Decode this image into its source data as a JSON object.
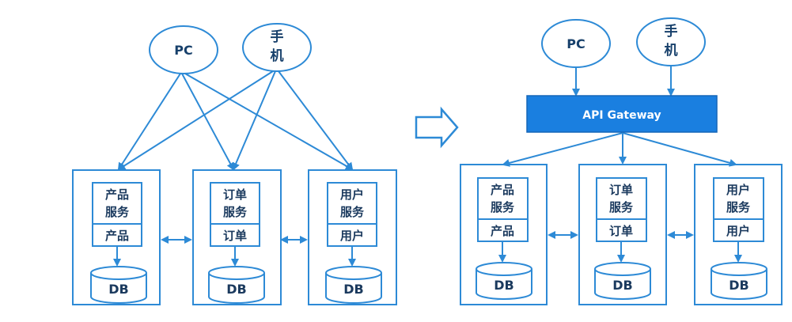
{
  "left": {
    "clients": {
      "pc": "PC",
      "mobile_line1": "手",
      "mobile_line2": "机"
    },
    "services": [
      {
        "name_line1": "产品",
        "name_line2": "服务",
        "module": "产品",
        "db": "DB"
      },
      {
        "name_line1": "订单",
        "name_line2": "服务",
        "module": "订单",
        "db": "DB"
      },
      {
        "name_line1": "用户",
        "name_line2": "服务",
        "module": "用户",
        "db": "DB"
      }
    ]
  },
  "right": {
    "clients": {
      "pc": "PC",
      "mobile_line1": "手",
      "mobile_line2": "机"
    },
    "gateway": "API Gateway",
    "services": [
      {
        "name_line1": "产品",
        "name_line2": "服务",
        "module": "产品",
        "db": "DB"
      },
      {
        "name_line1": "订单",
        "name_line2": "服务",
        "module": "订单",
        "db": "DB"
      },
      {
        "name_line1": "用户",
        "name_line2": "服务",
        "module": "用户",
        "db": "DB"
      }
    ]
  },
  "colors": {
    "stroke": "#2d8ad6",
    "gateway_fill": "#1a7fe0",
    "text": "#1b3a5e"
  }
}
